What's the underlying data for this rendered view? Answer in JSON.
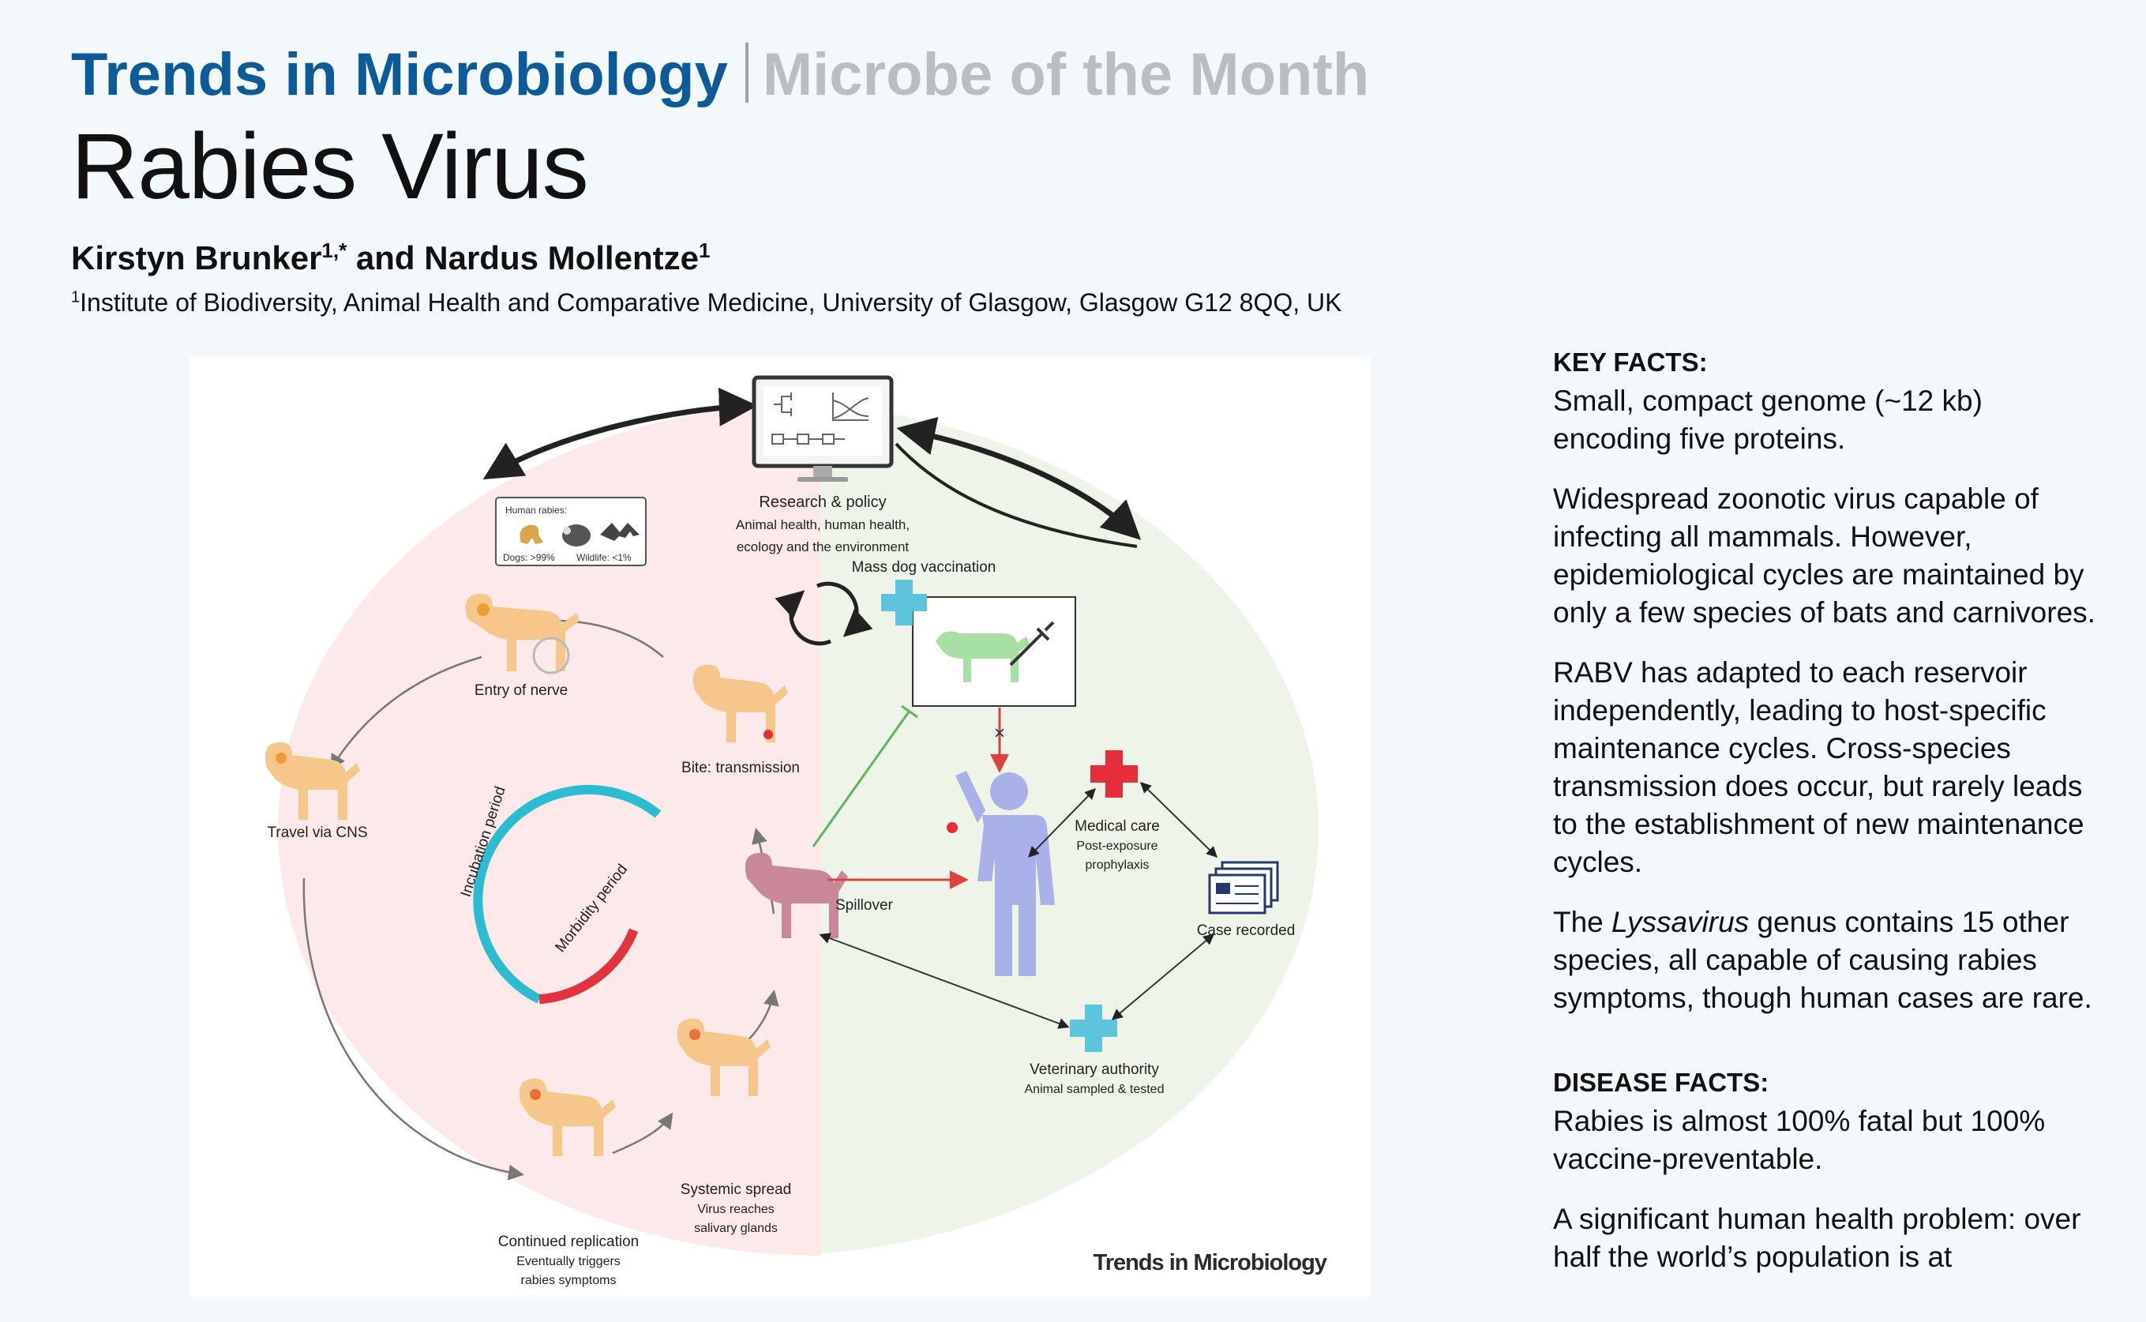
{
  "header": {
    "journal": "Trends in Microbiology",
    "series": "Microbe of the Month",
    "title": "Rabies Virus",
    "author1": "Kirstyn Brunker",
    "author1_sup": "1,*",
    "author_join": " and ",
    "author2": "Nardus Mollentze",
    "author2_sup": "1",
    "affiliation_sup": "1",
    "affiliation": "Institute of Biodiversity, Animal Health and Comparative Medicine, University of Glasgow, Glasgow G12 8QQ, UK"
  },
  "figure": {
    "research_title": "Research & policy",
    "research_sub1": "Animal health, human health,",
    "research_sub2": "ecology and the environment",
    "human_rabies": "Human rabies:",
    "dogs": "Dogs: >99%",
    "wildlife": "Wildlife: <1%",
    "mass_vaccination": "Mass dog vaccination",
    "entry_nerve": "Entry of nerve",
    "bite": "Bite: transmission",
    "travel": "Travel via CNS",
    "incubation": "Incubation period",
    "morbidity": "Morbidity period",
    "spillover": "Spillover",
    "medical_care": "Medical care",
    "pep1": "Post-exposure",
    "pep2": "prophylaxis",
    "case_recorded": "Case recorded",
    "systemic": "Systemic spread",
    "systemic_sub1": "Virus reaches",
    "systemic_sub2": "salivary glands",
    "continued": "Continued replication",
    "continued_sub1": "Eventually triggers",
    "continued_sub2": "rabies symptoms",
    "vet": "Veterinary authority",
    "vet_sub": "Animal sampled & tested",
    "credit": "Trends in Microbiology",
    "colors": {
      "left_bg": "#fde9e9",
      "right_bg": "#eff4e8",
      "incubation": "#2bbcd1",
      "morbidity": "#e2323f",
      "cross": "#5ec4de",
      "medical": "#e52d3b"
    }
  },
  "facts": {
    "key_heading": "KEY FACTS:",
    "key": [
      "Small, compact genome (~12 kb) encoding five proteins.",
      "Widespread zoonotic virus capable of infecting all mammals. However, epidemiological cycles are maintained by only a few species of bats and carnivores.",
      "RABV has adapted to each reservoir independently, leading to host-specific maintenance cycles. Cross-species transmission does occur, but rarely leads to the establishment of new maintenance cycles."
    ],
    "lyssa_pre": "The ",
    "lyssa_italic": "Lyssavirus",
    "lyssa_post": " genus contains 15 other species, all capable of causing rabies symptoms, though human cases are rare.",
    "disease_heading": "DISEASE FACTS:",
    "disease": [
      "Rabies is almost 100% fatal but 100% vaccine-preventable.",
      "A significant human health problem: over half the world’s population is at"
    ]
  }
}
